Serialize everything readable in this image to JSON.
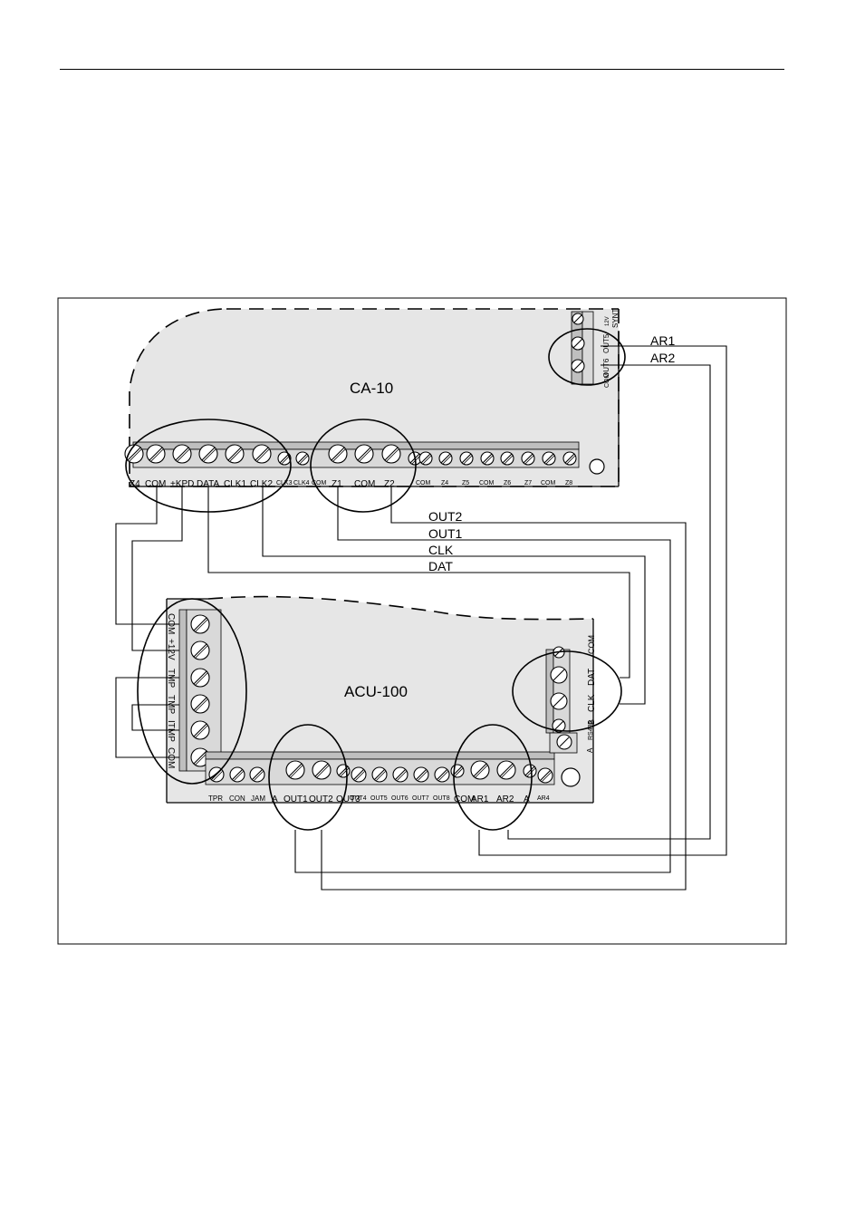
{
  "boards": {
    "ca10": {
      "title": "CA-10",
      "bottom_labels": [
        "Z4",
        "COM",
        "+KPD",
        "DATA",
        "CLK1",
        "CLK2",
        "CLK3",
        "CLK4",
        "COM",
        "Z1",
        "COM",
        "Z2",
        "COM",
        "Z4",
        "Z5",
        "COM",
        "Z6",
        "Z7",
        "COM",
        "Z8"
      ],
      "side_labels": [
        "SYNT",
        "12V",
        "OUT5",
        "OUT6",
        "COM"
      ]
    },
    "acu100": {
      "title": "ACU-100",
      "left_labels": [
        "COM",
        "+12V",
        "TMP",
        "TMP",
        "ITMP",
        "COM"
      ],
      "bottom_labels": [
        "TPR",
        "CON",
        "JAM",
        "A",
        "OUT1",
        "OUT2",
        "OUT3",
        "OUT4",
        "OUT5",
        "OUT6",
        "OUT7",
        "OUT8",
        "COM",
        "AR1",
        "AR2",
        "A",
        "AR4"
      ],
      "right_labels": [
        "COM",
        "DAT",
        "CLK",
        "B",
        "RS485",
        "A"
      ]
    }
  },
  "wires": {
    "labels": [
      "AR1",
      "AR2",
      "OUT2",
      "OUT1",
      "CLK",
      "DAT"
    ]
  }
}
